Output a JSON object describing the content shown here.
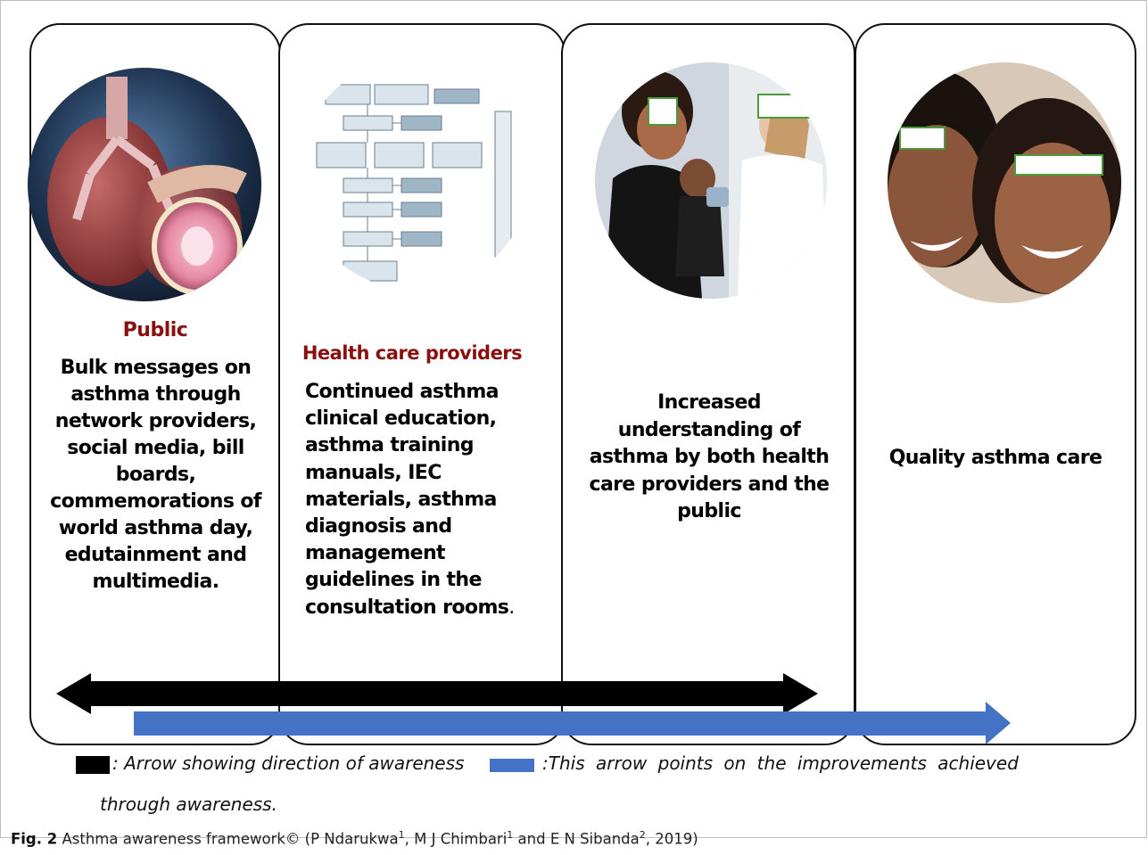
{
  "panels": [
    {
      "title": "Public",
      "text": "Bulk messages on asthma through network providers, social media, bill boards, commemorations of world asthma day, edutainment and multimedia.",
      "image": "lungs-illustration"
    },
    {
      "title": "Health care providers",
      "text": "Continued asthma clinical education, asthma training manuals, IEC materials, asthma diagnosis and management guidelines in the consultation rooms",
      "text_suffix": ".",
      "image": "guideline-flowchart"
    },
    {
      "title": "",
      "text": "Increased understanding of asthma by both health care providers and the public",
      "image": "clinic-inhaler-photo"
    },
    {
      "title": "",
      "text": "Quality asthma care",
      "image": "smiling-children-photo"
    }
  ],
  "arrows": {
    "awareness_color": "#000000",
    "improvement_color": "#4472c4"
  },
  "legend": {
    "black_label": ": Arrow showing direction of awareness",
    "blue_label": ":This arrow points on the improvements achieved",
    "blue_label_cont": "through awareness."
  },
  "caption": {
    "prefix": "Fig. 2",
    "text": " Asthma awareness framework© (P Ndarukwa",
    "sup1": "1",
    "mid1": ", M J Chimbari",
    "sup2": "1",
    "mid2": " and E N Sibanda",
    "sup3": "2",
    "end": ", 2019)"
  },
  "colors": {
    "title_red": "#8a1010",
    "panel_border": "#111111",
    "mask_green": "#4a9a3a"
  }
}
